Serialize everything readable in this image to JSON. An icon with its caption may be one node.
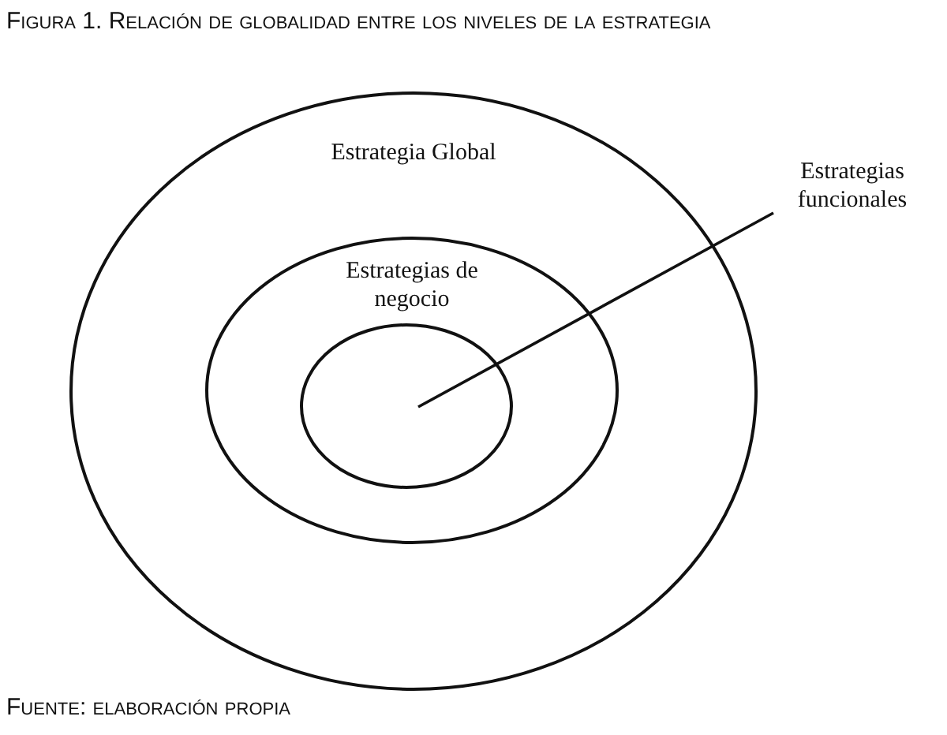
{
  "diagram": {
    "title": "Figura 1. Relación de globalidad entre los niveles de la estrategia",
    "caption": "Fuente: elaboración propia",
    "nodes": [
      {
        "text": [
          "Estrategia Global"
        ]
      },
      {
        "text": [
          "Estrategias de negocio"
        ],
        "in": 0
      },
      {
        "text": [],
        "shape": "circle",
        "in": 1
      },
      {
        "text": [
          "Estrategias funcionales"
        ]
      }
    ],
    "edges": [
      {
        "from": 3,
        "to": 2,
        "arrow": "none"
      }
    ]
  }
}
